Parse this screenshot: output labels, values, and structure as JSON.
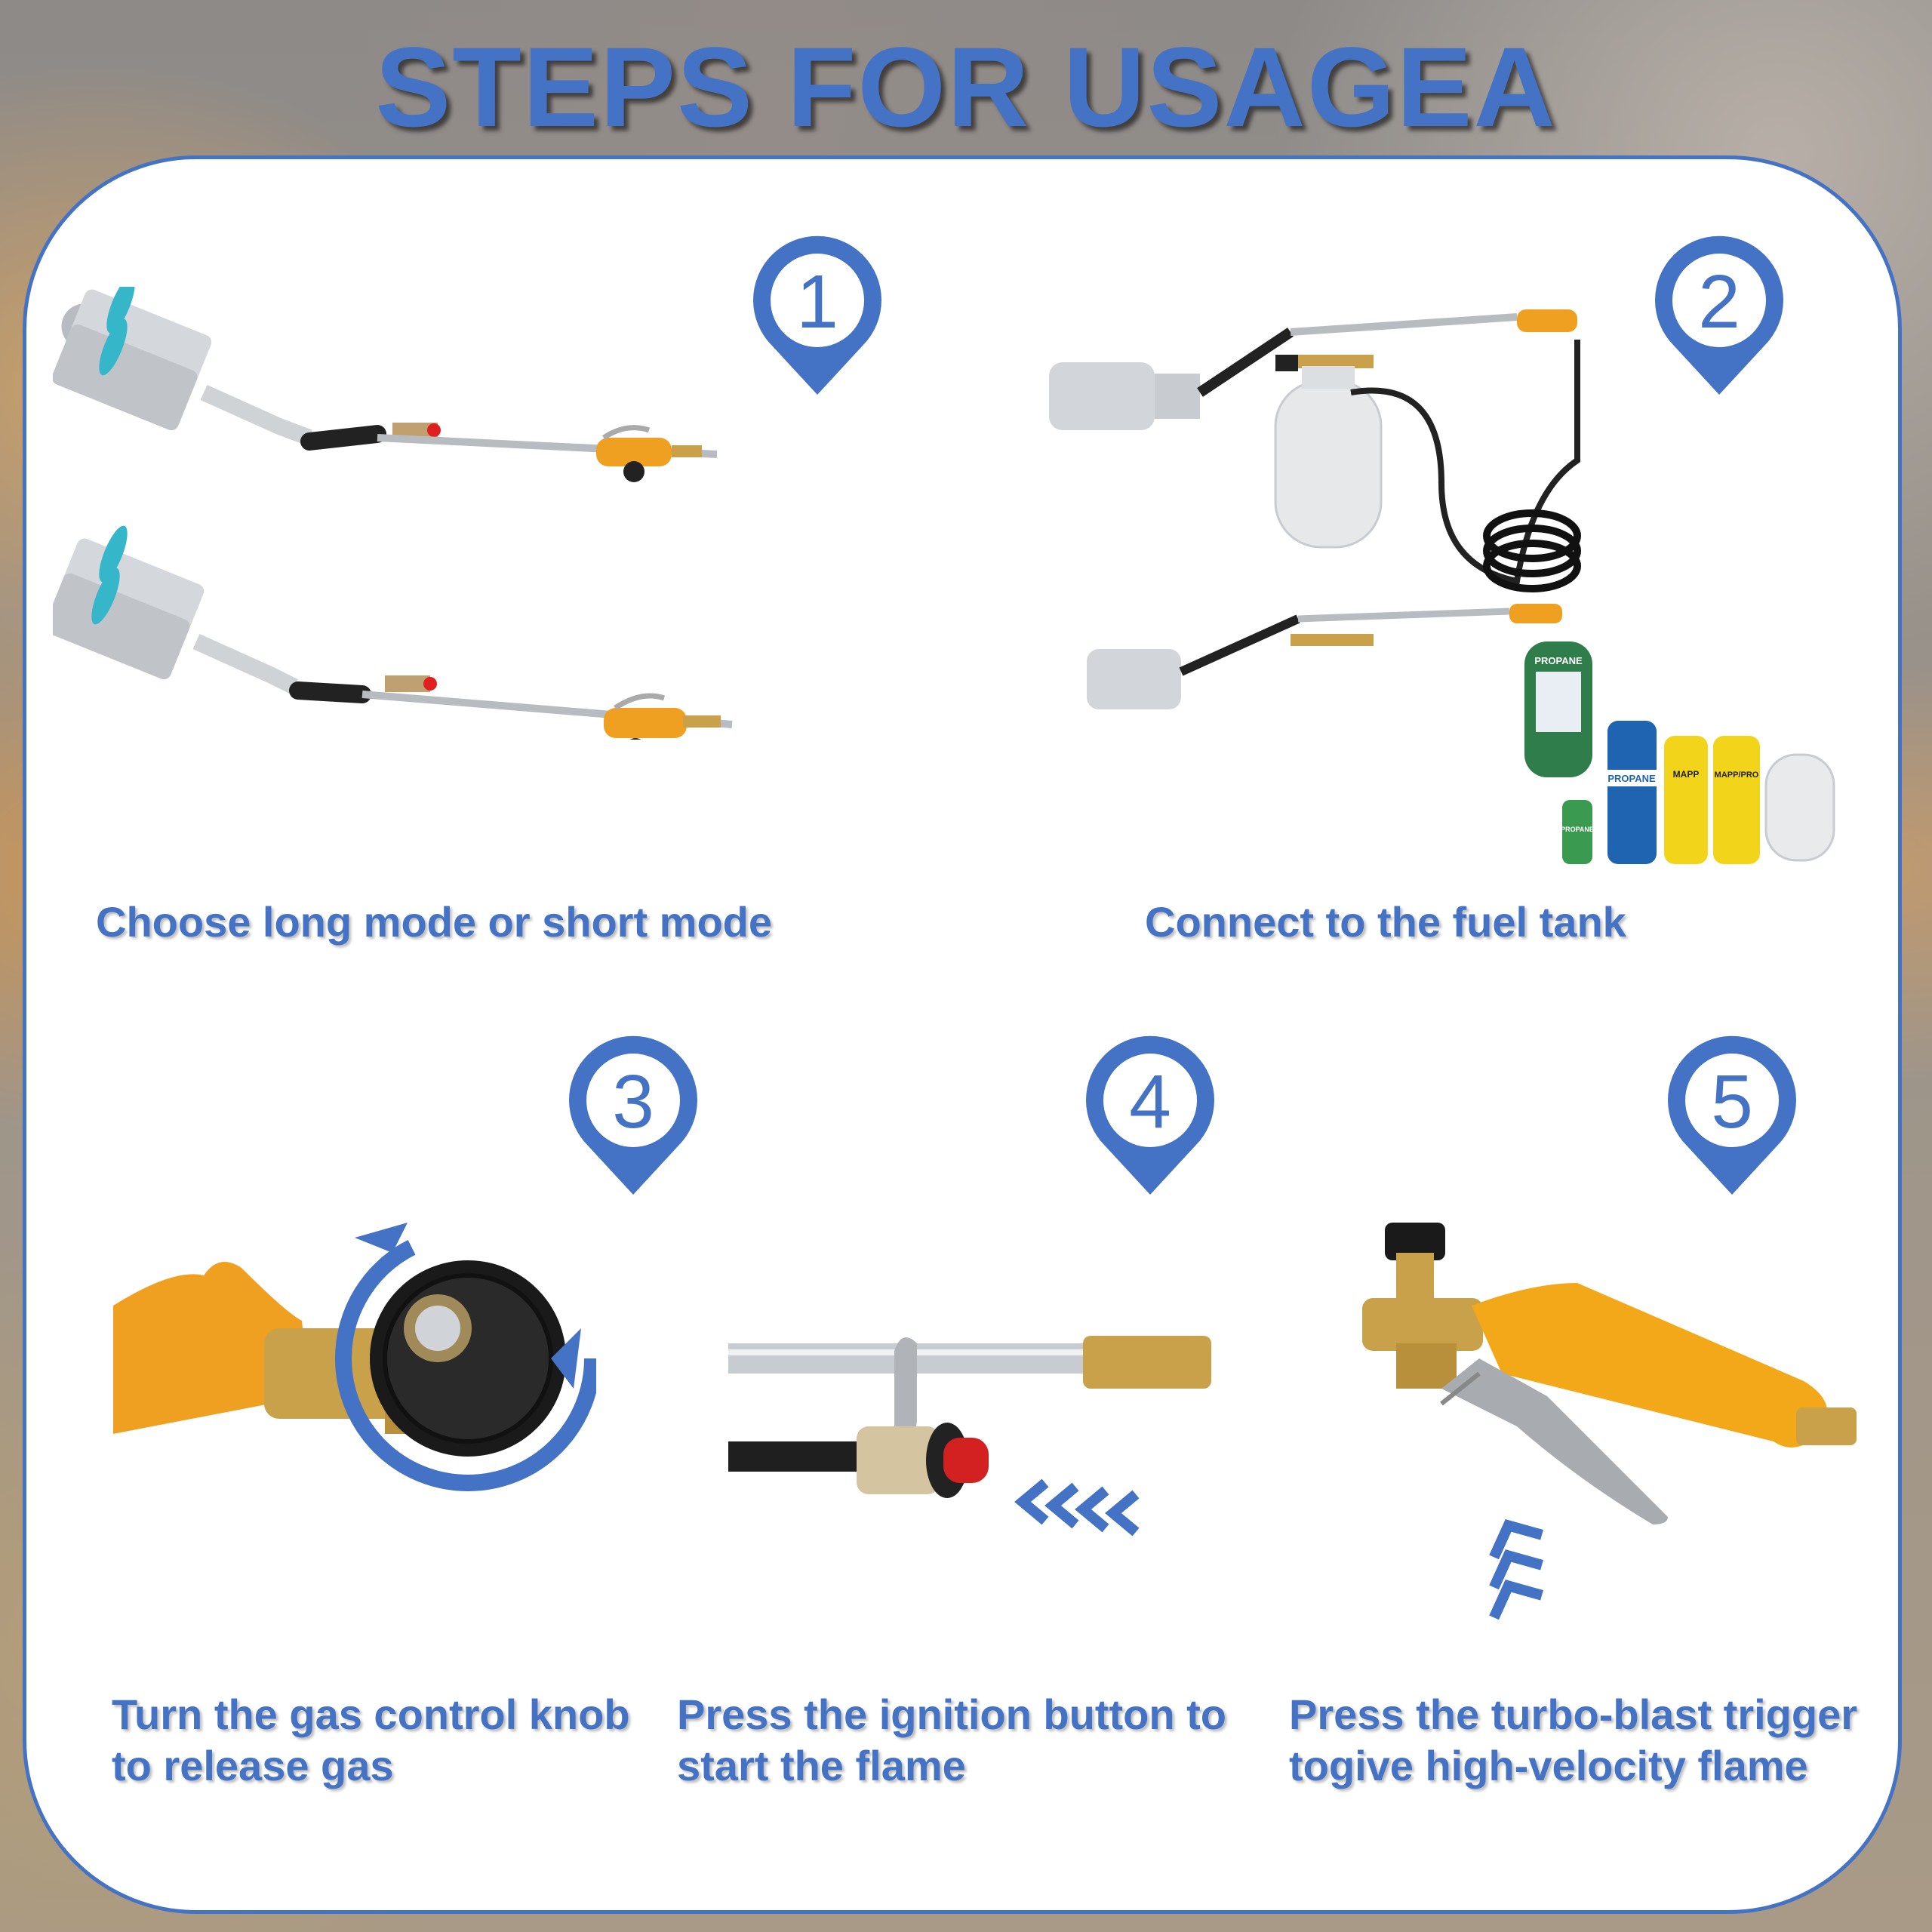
{
  "title": "STEPS FOR USAGEA",
  "colors": {
    "accent": "#4472c4",
    "panel": "#ffffff",
    "handle": "#f0a020",
    "brass": "#c9a14a",
    "steel": "#c8ccd0"
  },
  "steps": [
    {
      "number": "1",
      "icon": "location-pin-icon",
      "caption": "Choose long mode or short mode"
    },
    {
      "number": "2",
      "icon": "location-pin-icon",
      "caption": "Connect to the fuel tank"
    },
    {
      "number": "3",
      "icon": "location-pin-icon",
      "caption_lines": [
        "Turn the gas control knob",
        "to release gas"
      ]
    },
    {
      "number": "4",
      "icon": "location-pin-icon",
      "caption_lines": [
        "Press the ignition button to",
        "start the flame"
      ]
    },
    {
      "number": "5",
      "icon": "location-pin-icon",
      "caption_lines": [
        "Press the turbo-blast trigger",
        "togive high-velocity flame"
      ]
    }
  ],
  "product_labels": {
    "propane_small": "PROPANE",
    "propane_bottle": "PROPANE",
    "mapp": "MAPP",
    "mapp_pro": "MAPP/PRO",
    "propane_tiny": "PROPANE"
  }
}
